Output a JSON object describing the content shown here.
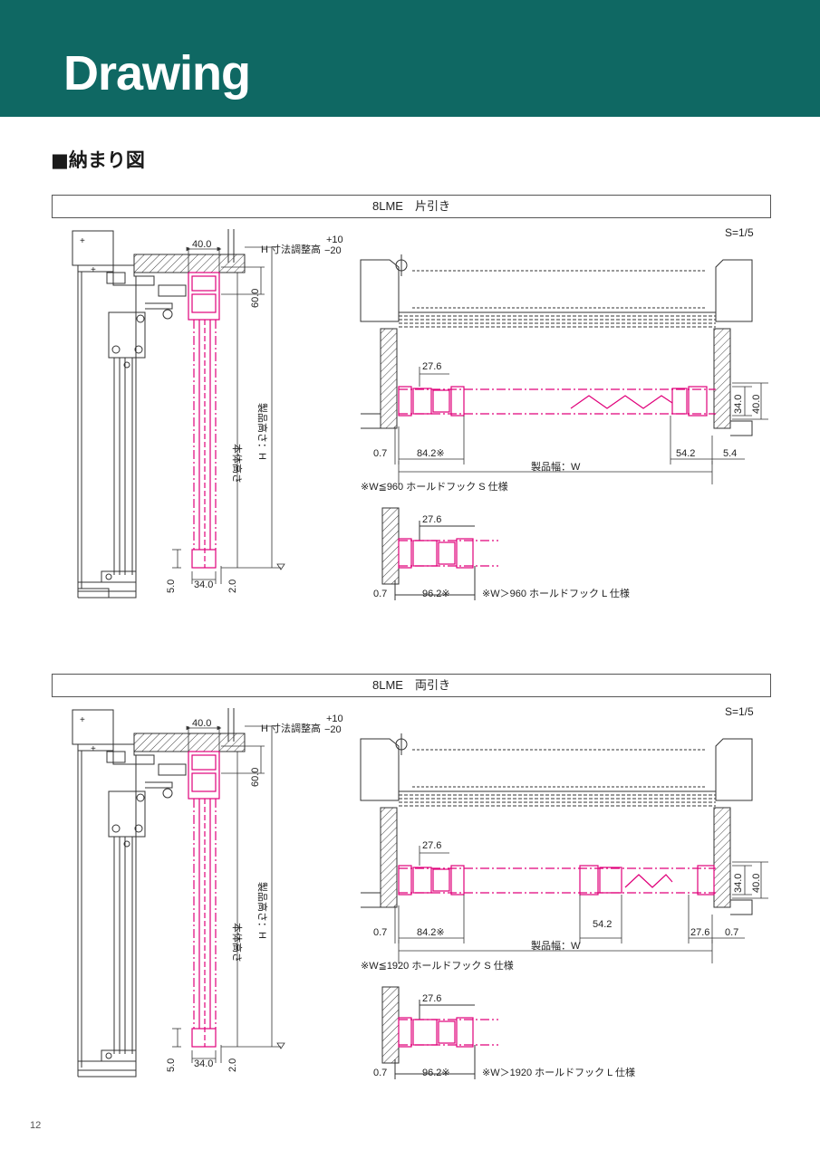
{
  "header": {
    "title": "Drawing"
  },
  "section": {
    "title": "■納まり図"
  },
  "panels": [
    {
      "title": "8LME　片引き",
      "scale": "S=1/5",
      "section": {
        "top_width": "40.0",
        "h_adjust": "H 寸法調整高",
        "tol_plus": "+10",
        "tol_minus": "−20",
        "dim_head": "60.0",
        "body_height": "本体高さ",
        "product_height": "製品高さ：H",
        "dim_bottom": "5.0",
        "dim_depth": "34.0",
        "dim_clear": "2.0"
      },
      "plan": {
        "dim_27": "27.6",
        "dim_34": "34.0",
        "dim_40": "40.0",
        "dim_07": "0.7",
        "dim_84": "84.2※",
        "dim_542": "54.2",
        "dim_right": "5.4",
        "width_label": "製品幅：W",
        "note_s": "※W≦960 ホールドフック S 仕様"
      },
      "detail": {
        "dim_27": "27.6",
        "dim_07": "0.7",
        "dim_96": "96.2※",
        "note_l": "※W＞960 ホールドフック L 仕様"
      }
    },
    {
      "title": "8LME　両引き",
      "scale": "S=1/5",
      "section": {
        "top_width": "40.0",
        "h_adjust": "H 寸法調整高",
        "tol_plus": "+10",
        "tol_minus": "−20",
        "dim_head": "60.0",
        "body_height": "本体高さ",
        "product_height": "製品高さ：H",
        "dim_bottom": "5.0",
        "dim_depth": "34.0",
        "dim_clear": "2.0"
      },
      "plan": {
        "dim_27": "27.6",
        "dim_34": "34.0",
        "dim_40": "40.0",
        "dim_07": "0.7",
        "dim_84": "84.2※",
        "dim_542": "54.2",
        "dim_276_right": "27.6",
        "dim_right": "0.7",
        "width_label": "製品幅：W",
        "note_s": "※W≦1920 ホールドフック S 仕様"
      },
      "detail": {
        "dim_27": "27.6",
        "dim_07": "0.7",
        "dim_96": "96.2※",
        "note_l": "※W＞1920 ホールドフック L 仕様"
      }
    }
  ],
  "footer": {
    "page_number": "12"
  },
  "colors": {
    "header_bg": "#0f6863",
    "accent_magenta": "#e0007a",
    "line": "#333333"
  }
}
